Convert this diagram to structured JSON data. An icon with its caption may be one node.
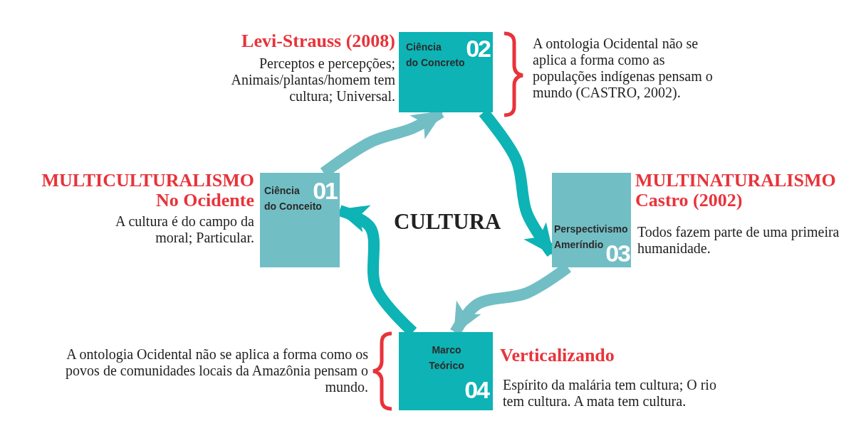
{
  "diagram": {
    "nodes": [
      {
        "text": [
          "Ciência do Conceito",
          "01"
        ],
        "beside": [
          "MULTICULTURALISMO No Ocidente",
          "A cultura é do campo da moral; Particular."
        ]
      },
      {
        "text": [
          "Ciência do Concreto",
          "02"
        ],
        "beside": [
          "Levi-Strauss (2008)",
          "Perceptos e percepções; Animais/plantas/homem tem cultura; Universal.",
          "A ontologia Ocidental não se aplica a forma como as populações indígenas pensam o mundo (CASTRO, 2002)."
        ]
      },
      {
        "text": [
          "Perspectivismo Ameríndio",
          "03"
        ],
        "beside": [
          "MULTINATURALISMO Castro (2002)",
          "Todos fazem parte de uma primeira humanidade."
        ]
      },
      {
        "text": [
          "Marco Teórico",
          "04"
        ],
        "beside": [
          "A ontologia Ocidental não se aplica a forma como os povos de comunidades locais da Amazônia pensam o mundo.",
          "Verticalizando",
          "Espírito da malária tem cultura; O rio tem cultura. A mata tem cultura."
        ]
      }
    ],
    "edges": [
      {
        "from": 0,
        "to": 1,
        "arrow": "to",
        "color": "#72bec5"
      },
      {
        "from": 1,
        "to": 2,
        "arrow": "to",
        "color": "#0db3b5"
      },
      {
        "from": 2,
        "to": 3,
        "arrow": "to",
        "color": "#72bec5"
      },
      {
        "from": 3,
        "to": 0,
        "arrow": "to",
        "color": "#0db3b5"
      }
    ],
    "labels": [
      "CULTURA"
    ]
  }
}
